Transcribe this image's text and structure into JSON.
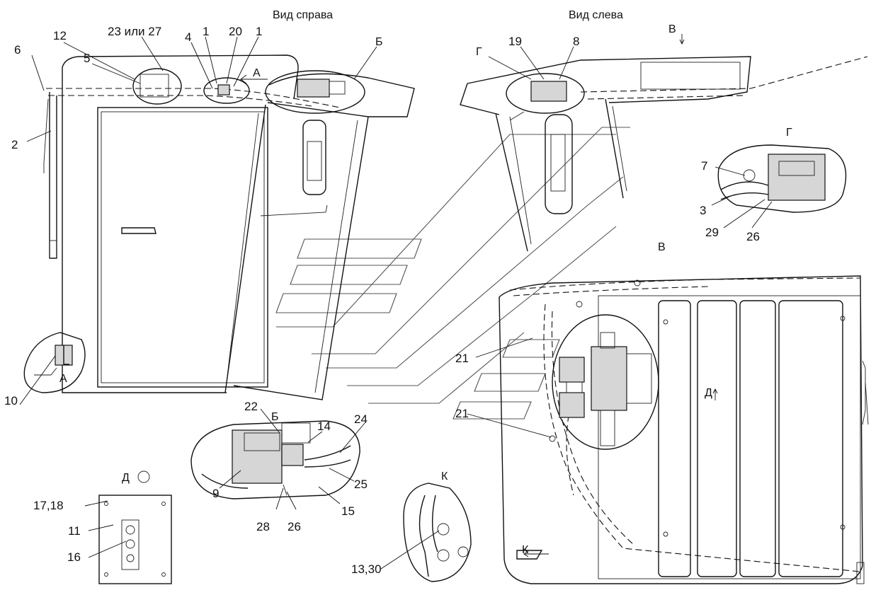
{
  "views": {
    "right_view": "Вид справа",
    "left_view": "Вид слева",
    "view_a": "А",
    "view_b": "Б",
    "view_v": "В",
    "view_g": "Г",
    "view_d": "Д",
    "view_k": "К"
  },
  "callouts": {
    "c12": "12",
    "c5": "5",
    "c23_27": "23 или 27",
    "c4": "4",
    "c1a": "1",
    "c20": "20",
    "c1b": "1",
    "c6": "6",
    "c2": "2",
    "c19": "19",
    "c8": "8",
    "c7": "7",
    "c3": "3",
    "c29": "29",
    "c26a": "26",
    "c10": "10",
    "c22": "22",
    "c14": "14",
    "c24": "24",
    "c25": "25",
    "c9": "9",
    "c28": "28",
    "c26b": "26",
    "c15": "15",
    "c21a": "21",
    "c21b": "21",
    "c17_18": "17,18",
    "c11": "11",
    "c16": "16",
    "c13_30": "13,30"
  },
  "markers": {
    "arrow_a": "А",
    "arrow_b": "Б",
    "arrow_v": "В",
    "arrow_d": "Д",
    "arrow_k": "К"
  }
}
